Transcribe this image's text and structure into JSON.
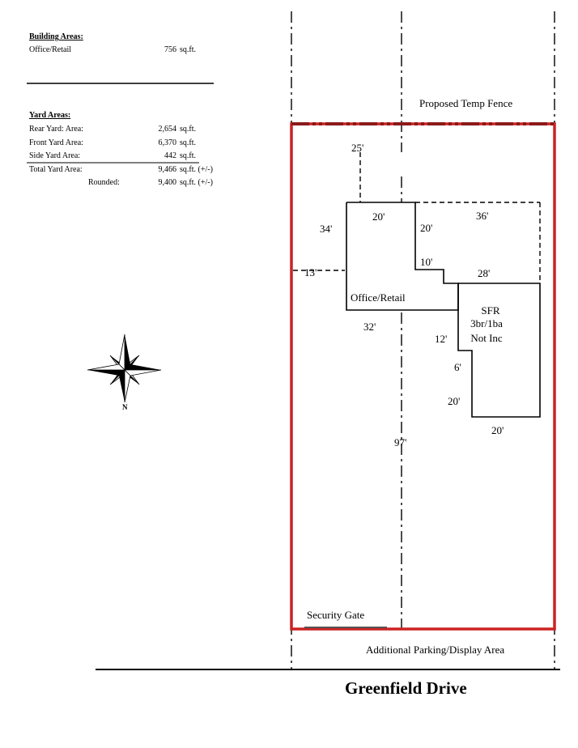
{
  "building_areas": {
    "header": "Building Areas:",
    "rows": [
      {
        "label": "Office/Retail",
        "value": "756",
        "unit": "sq.ft."
      }
    ]
  },
  "yard_areas": {
    "header": "Yard Areas:",
    "rows": [
      {
        "label": "Rear Yard: Area:",
        "value": "2,654",
        "unit": "sq.ft."
      },
      {
        "label": "Front Yard Area:",
        "value": "6,370",
        "unit": "sq.ft."
      },
      {
        "label": "Side Yard Area:",
        "value": "442",
        "unit": "sq.ft."
      }
    ],
    "total": {
      "label": "Total Yard Area:",
      "value": "9,466",
      "unit": "sq.ft. (+/-)"
    },
    "rounded": {
      "label": "Rounded:",
      "value": "9,400",
      "unit": "sq.ft. (+/-)"
    }
  },
  "labels": {
    "fence": "Proposed Temp Fence",
    "office": "Office/Retail",
    "sfr_line1": "SFR",
    "sfr_line2": "3br/1ba",
    "sfr_line3": "Not Inc",
    "gate": "Security Gate",
    "parking": "Additional Parking/Display Area",
    "street": "Greenfield Drive",
    "compass_north": "N"
  },
  "dimensions": {
    "d25": "25'",
    "d20_office_top": "20'",
    "d20_side": "20'",
    "d36": "36'",
    "d34": "34'",
    "d10": "10'",
    "d28": "28'",
    "d13": "13'",
    "d32": "32'",
    "d12": "12'",
    "d6": "6'",
    "d20_lower": "20'",
    "d20_bottom": "20'",
    "d97": "97'"
  },
  "colors": {
    "property_line": "#cc2222",
    "fence": "#8b1a1a",
    "ink": "#000000"
  }
}
